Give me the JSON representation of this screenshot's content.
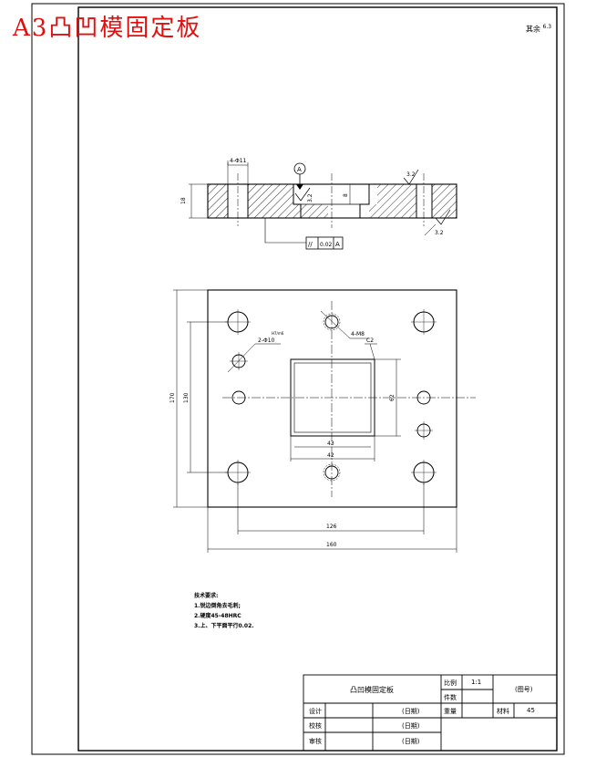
{
  "page_title": "A3凸凹模固定板",
  "roughness_note": "其余",
  "roughness_value": "6.3",
  "front_view": {
    "datum_label": "A",
    "holes_callout": "4-Φ11",
    "thickness_dim": "18",
    "pocket_depth_dim": "8",
    "surface_roughness_top": "3.2",
    "surface_roughness_side": "3.2",
    "surface_roughness_bottom": "3.2",
    "tolerance_frame": [
      "//",
      "0.02",
      "A"
    ]
  },
  "top_view": {
    "dim_overall_height": "170",
    "dim_hole_pitch_height": "130",
    "dim_pocket_height": "62",
    "dim_inner_width": "43",
    "dim_pocket_width": "42",
    "dim_hole_pitch_width": "126",
    "dim_overall_width": "160",
    "callout_small_holes": "2-Φ10",
    "callout_small_holes_fit": "H7/m6",
    "callout_threaded": "4-M8",
    "callout_corner": "C2"
  },
  "tech_requirements": {
    "heading": "技术要求:",
    "items": [
      "1.锐边倒角去毛刺;",
      "2.硬度45-48HRC",
      "3.上、下平面平行0.02."
    ]
  },
  "title_block": {
    "part_name": "凸凹模固定板",
    "scale_label": "比例",
    "scale_value": "1:1",
    "drawing_no": "(图号)",
    "qty_label": "件数",
    "designer_label": "设计",
    "checker_label": "校核",
    "approver_label": "审核",
    "date_placeholder": "(日期)",
    "weight_label": "重量",
    "material_label": "材料",
    "material_value": "45"
  }
}
